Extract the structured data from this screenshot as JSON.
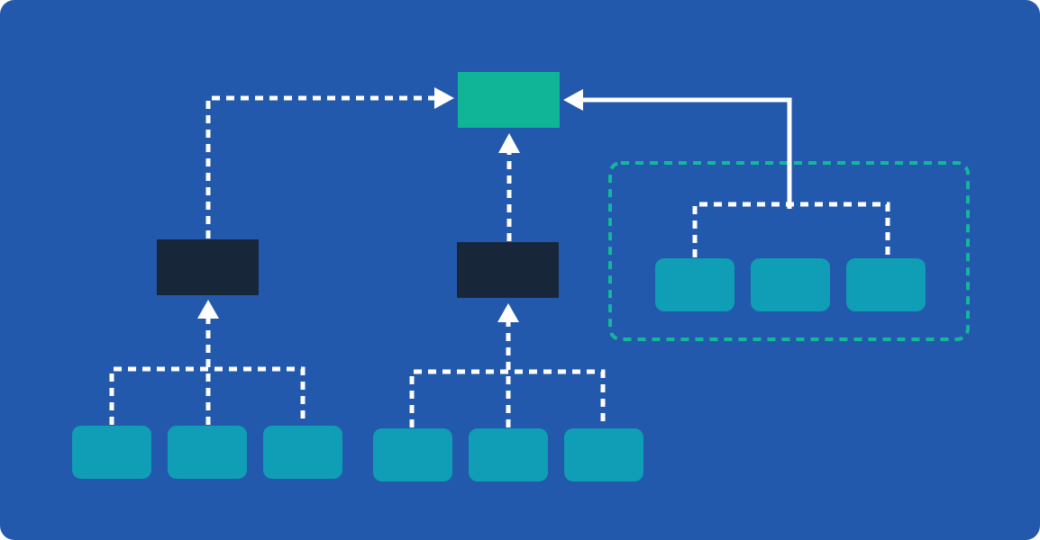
{
  "diagram": {
    "colors": {
      "background": "#2359AC",
      "root_node": "#10B497",
      "intermediate_node": "#172739",
      "leaf_node": "#0F9EB5",
      "connector": "#FFFFFF",
      "group_outline": "#14B79C"
    },
    "nodes": [
      {
        "id": "root",
        "role": "root",
        "label": ""
      },
      {
        "id": "mid-left",
        "role": "intermediate",
        "label": ""
      },
      {
        "id": "mid-center",
        "role": "intermediate",
        "label": ""
      },
      {
        "id": "leaf-l1",
        "role": "leaf",
        "label": ""
      },
      {
        "id": "leaf-l2",
        "role": "leaf",
        "label": ""
      },
      {
        "id": "leaf-l3",
        "role": "leaf",
        "label": ""
      },
      {
        "id": "leaf-c1",
        "role": "leaf",
        "label": ""
      },
      {
        "id": "leaf-c2",
        "role": "leaf",
        "label": ""
      },
      {
        "id": "leaf-c3",
        "role": "leaf",
        "label": ""
      },
      {
        "id": "leaf-r1",
        "role": "leaf",
        "label": ""
      },
      {
        "id": "leaf-r2",
        "role": "leaf",
        "label": ""
      },
      {
        "id": "leaf-r3",
        "role": "leaf",
        "label": ""
      }
    ],
    "groups": [
      {
        "id": "group-right",
        "members": [
          "leaf-r1",
          "leaf-r2",
          "leaf-r3"
        ],
        "outline": "dashed"
      }
    ],
    "edges": [
      {
        "from": [
          "leaf-l1",
          "leaf-l2",
          "leaf-l3"
        ],
        "to": "mid-left",
        "style": "dashed"
      },
      {
        "from": [
          "leaf-c1",
          "leaf-c2",
          "leaf-c3"
        ],
        "to": "mid-center",
        "style": "dashed"
      },
      {
        "from": [
          "mid-left"
        ],
        "to": "root",
        "style": "dashed"
      },
      {
        "from": [
          "mid-center"
        ],
        "to": "root",
        "style": "dashed"
      },
      {
        "from": [
          "group-right"
        ],
        "to": "root",
        "style": "solid"
      }
    ]
  }
}
